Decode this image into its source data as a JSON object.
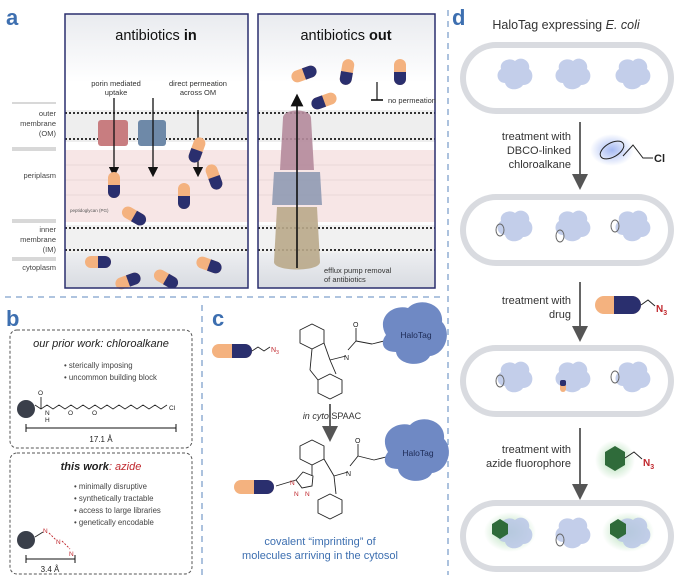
{
  "colors": {
    "panel_letter": "#3d6fb0",
    "divider": "#7fa1cc",
    "capsule_orange": "#f4b27f",
    "capsule_navy": "#2a2f6e",
    "halotag": "#6f89c4",
    "azide_red": "#c0272d",
    "fluor_green": "#2f6b3a",
    "membrane_pink": "#f7e6e6",
    "cytoplasm_gray": "#dde0e5"
  },
  "panel_a": {
    "letter": "a",
    "title_in_1": "antibiotics ",
    "title_in_2": "in",
    "title_out_1": "antibiotics ",
    "title_out_2": "out",
    "label_porin_1": "porin mediated",
    "label_porin_2": "uptake",
    "label_direct_1": "direct permeation",
    "label_direct_2": "across OM",
    "label_no_perm": "no permeation",
    "label_pg": "peptidoglycan (PG)",
    "label_efflux_1": "efflux pump removal",
    "label_efflux_2": "of antibiotics",
    "side_om_1": "outer",
    "side_om_2": "membrane",
    "side_om_3": "(OM)",
    "side_peri": "periplasm",
    "side_im_1": "inner",
    "side_im_2": "membrane",
    "side_im_3": "(IM)",
    "side_cyto": "cytoplasm"
  },
  "panel_b": {
    "letter": "b",
    "prior_title": "our prior work: chloroalkane",
    "prior_bullet_1": "• sterically imposing",
    "prior_bullet_2": "• uncommon building block",
    "prior_length": "17.1 Å",
    "prior_atom_o": "O",
    "prior_atom_n": "N",
    "prior_atom_h": "H",
    "prior_atom_o2": "O",
    "prior_atom_o3": "O",
    "prior_atom_cl": "Cl",
    "this_title_1": "this work",
    "this_title_2": ": azide",
    "this_bullet_1": "• minimally disruptive",
    "this_bullet_2": "• synthetically tractable",
    "this_bullet_3": "• access to large libraries",
    "this_bullet_4": "• genetically encodable",
    "this_length": "3.4 Å",
    "azide_n1": "N",
    "azide_n2": "N",
    "azide_n3": "N"
  },
  "panel_c": {
    "letter": "c",
    "n3": "N",
    "n3_sub": "3",
    "atom_n": "N",
    "atom_o": "O",
    "halotag_1": "HaloTag",
    "halotag_2": "HaloTag",
    "spaac_1": "in cyto",
    "spaac_2": " SPAAC",
    "triazole_n1": "N",
    "triazole_n2": "N",
    "triazole_n3": "N",
    "product_n": "N",
    "product_o": "O",
    "caption_1": "covalent “imprinting” of",
    "caption_2": "molecules arriving in the cytosol"
  },
  "panel_d": {
    "letter": "d",
    "title_1": "HaloTag expressing ",
    "title_2": "E. coli",
    "step1_1": "treatment with",
    "step1_2": "DBCO-linked",
    "step1_3": "chloroalkane",
    "step1_cl": "Cl",
    "step2_1": "treatment with",
    "step2_2": "drug",
    "step2_n3": "N",
    "step2_n3_sub": "3",
    "step3_1": "treatment with",
    "step3_2": "azide fluorophore",
    "step3_n3": "N",
    "step3_n3_sub": "3"
  }
}
